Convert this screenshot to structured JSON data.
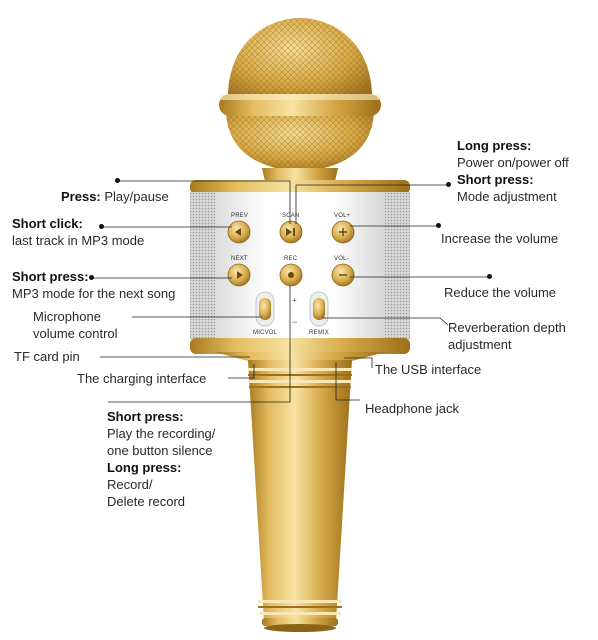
{
  "buttons": {
    "prev": "PREV",
    "scan": "SCAN",
    "vol_up": "VOL+",
    "next": "NEXT",
    "rec": "REC",
    "vol_down": "VOL-",
    "micvol": "MICVOL",
    "remix": "REMIX"
  },
  "callouts": {
    "play_pause": {
      "key": "Press:",
      "desc": "Play/pause"
    },
    "last_track": {
      "key": "Short click:",
      "desc": "last track in MP3 mode"
    },
    "next_song": {
      "key": "Short press:",
      "desc": "MP3 mode for the next song"
    },
    "mic_volume": {
      "line1": "Microphone",
      "line2": "volume control"
    },
    "tf_card": "TF card pin",
    "charging": "The charging interface",
    "recording": {
      "key1": "Short press:",
      "line1": "Play the recording/",
      "line2": "one button silence",
      "key2": "Long press:",
      "line3": "Record/",
      "line4": "Delete record"
    },
    "power": {
      "key1": "Long press:",
      "desc1": "Power on/power off",
      "key2": "Short press:",
      "desc2": "Mode adjustment"
    },
    "increase_volume": "Increase the volume",
    "reduce_volume": "Reduce the volume",
    "reverb": {
      "line1": "Reverberation depth",
      "line2": "adjustment"
    },
    "usb": "The USB interface",
    "headphone": "Headphone jack"
  },
  "colors": {
    "gold": "#d4a94a",
    "gold_dark": "#a87a1e",
    "gold_light": "#f5dc92",
    "panel": "#f2f2f2",
    "leader": "#222222"
  }
}
